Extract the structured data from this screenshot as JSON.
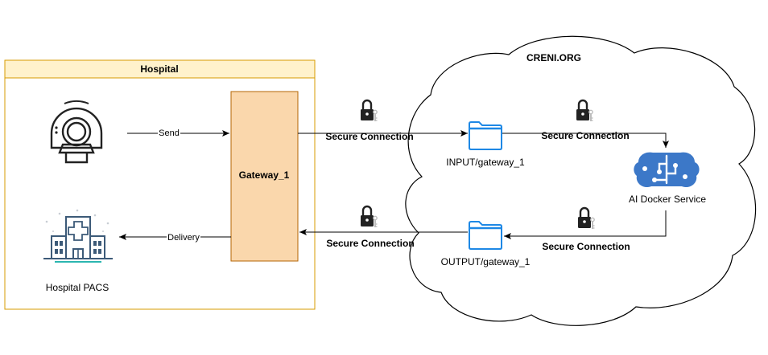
{
  "hospital": {
    "title": "Hospital",
    "gateway_label": "Gateway_1",
    "pacs_label": "Hospital PACS"
  },
  "cloud": {
    "title": "CRENI.ORG",
    "input_folder_label": "INPUT/gateway_1",
    "output_folder_label": "OUTPUT/gateway_1",
    "ai_service_label": "AI Docker Service"
  },
  "edges": {
    "send": "Send",
    "delivery": "Delivery",
    "secure_1": "Secure Connection",
    "secure_2": "Secure Connection",
    "secure_3": "Secure Connection",
    "secure_4": "Secure Connection"
  },
  "icons": {
    "ct_scanner": "ct-scanner-icon",
    "hospital_building": "hospital-building-icon",
    "folder": "folder-icon",
    "lock": "lock-icon",
    "ai_brain": "ai-brain-icon"
  },
  "colors": {
    "hospital_border": "#d79b00",
    "hospital_header_fill": "#fff2cc",
    "gateway_fill": "#fad7ac",
    "gateway_border": "#b46504",
    "folder_blue": "#1e88e5",
    "ai_blue": "#3c78c8",
    "hospital_icon": "#3c5a78",
    "accent_teal": "#2bb6b0"
  }
}
